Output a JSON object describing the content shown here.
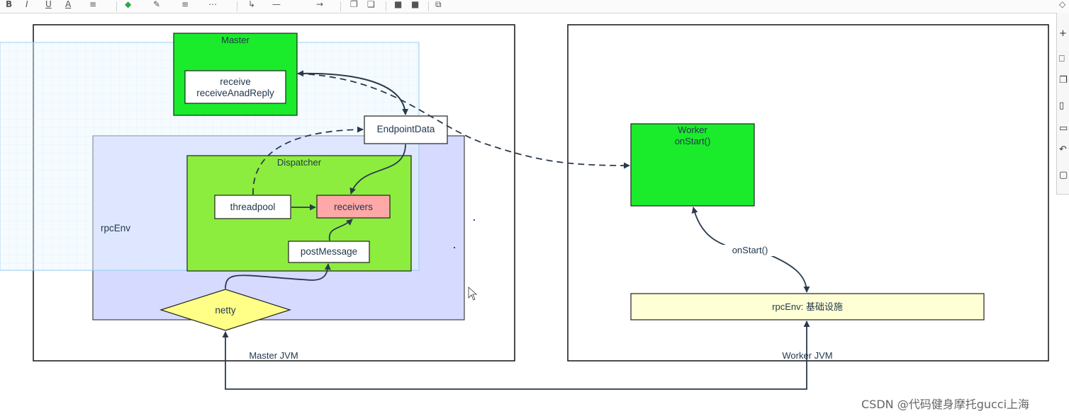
{
  "diagram": {
    "master_jvm_label": "Master  JVM",
    "worker_jvm_label": "Worker  JVM",
    "master_title": "Master",
    "master_methods": [
      "receive",
      "receiveAnadReply"
    ],
    "endpoint_data": "EndpointData",
    "rpcenv_label": "rpcEnv",
    "dispatcher_title": "Dispatcher",
    "threadpool": "threadpool",
    "receivers": "receivers",
    "post_message": "postMessage",
    "netty": "netty",
    "worker_title": "Worker",
    "worker_method": "onStart()",
    "onstart_edge_label": "onStart()",
    "worker_rpcenv": "rpcEnv: 基础设施"
  },
  "colors": {
    "green_box": "#1aeb2b",
    "dispatcher": "#8ded3e",
    "rpcenv_fill": "#d6daff",
    "selection": "#e8f6ff",
    "receivers": "#ffa8a8",
    "netty": "#ffff88",
    "worker_rpcenv": "#ffffd5",
    "arrow": "#2a3a4c"
  },
  "watermark": "CSDN @代码健身摩托gucci上海"
}
